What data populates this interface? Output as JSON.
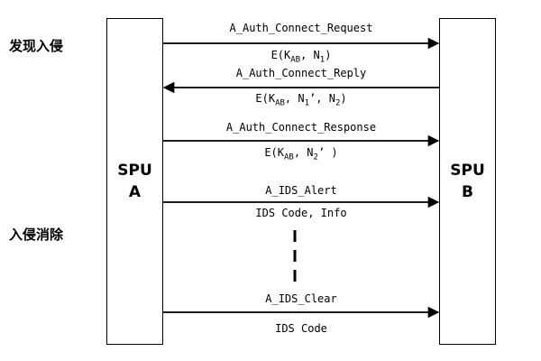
{
  "entities": {
    "a": {
      "line1": "SPU",
      "line2": "A"
    },
    "b": {
      "line1": "SPU",
      "line2": "B"
    }
  },
  "phases": {
    "detect": "发现入侵",
    "clear": "入侵消除"
  },
  "messages": [
    {
      "label": "A_Auth_Connect_Request",
      "direction": "a-to-b"
    },
    {
      "label": "A_Auth_Connect_Reply",
      "direction": "b-to-a"
    },
    {
      "label": "A_Auth_Connect_Response",
      "direction": "a-to-b"
    },
    {
      "label": "A_IDS_Alert",
      "direction": "a-to-b"
    },
    {
      "label": "A_IDS_Clear",
      "direction": "a-to-b"
    }
  ],
  "notes": {
    "n0": "E(K_AB, N_1)",
    "n1": "E(K_AB, N_1’, N_2)",
    "n2": "E(K_AB, N_2’ )",
    "n3": "IDS Code, Info",
    "n4": "IDS Code"
  }
}
